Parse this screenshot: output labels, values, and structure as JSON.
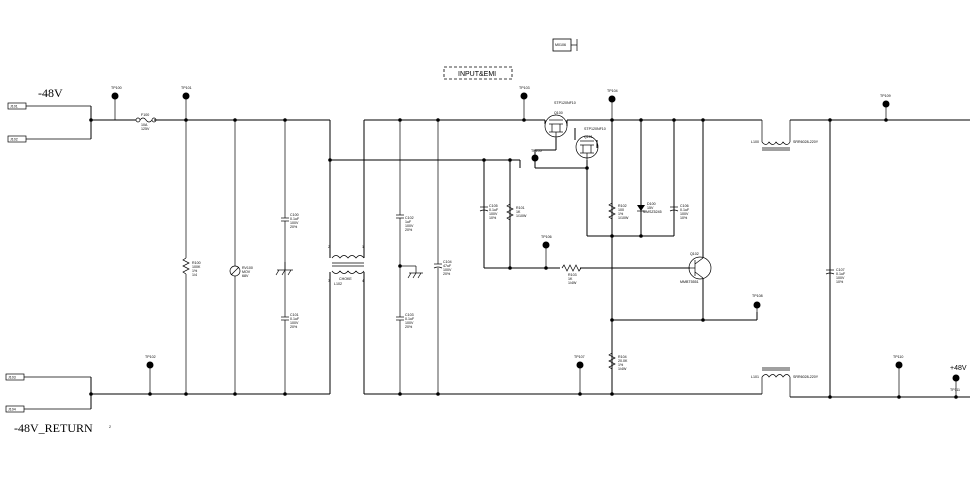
{
  "labels": {
    "neg48v": "-48V",
    "neg48v_return": "-48V_RETURN",
    "pos48v": "+48V",
    "return_pin": "2",
    "block_title": "INPUT&EMI",
    "top_box": "M0106"
  },
  "connectors": [
    "J101",
    "J102",
    "J103",
    "J104"
  ],
  "test_points": {
    "tp100": "TP100",
    "tp101": "TP101",
    "tp102": "TP102",
    "tp103": "TP103",
    "tp104": "TP104",
    "tp105": "TP105",
    "tp106": "TP106",
    "tp107": "TP107",
    "tp108": "TP108",
    "tp109": "TP109",
    "tp110": "TP110",
    "tp111": "TP111"
  },
  "components": {
    "f100": [
      "F100",
      "10A",
      "125V"
    ],
    "r100": [
      "R100",
      "100K",
      "1%",
      "1/4"
    ],
    "rv100": [
      "RV100",
      "MOV",
      "68V"
    ],
    "c100": [
      "C100",
      "0.1uF",
      "100V",
      "20%"
    ],
    "c101": [
      "C101",
      "0.1uF",
      "100V",
      "20%"
    ],
    "choke": [
      "CHOKE",
      "L102"
    ],
    "choke_pins": [
      "2",
      "1",
      "3",
      "4"
    ],
    "c102": [
      "C102",
      "1uF",
      "100V",
      "20%"
    ],
    "c103": [
      "C103",
      "0.1uF",
      "100V",
      "20%"
    ],
    "c104": [
      "C104",
      "47uF",
      "100V",
      "20%"
    ],
    "q100": [
      "STP120NF10",
      "Q100"
    ],
    "q101": [
      "STP120NF10",
      "Q101"
    ],
    "c105": [
      "C105",
      "0.1uF",
      "100V",
      "10%"
    ],
    "r101": [
      "R101",
      "1K",
      "1/10W"
    ],
    "r102": [
      "R102",
      "100",
      "1%",
      "1/10W"
    ],
    "d100": [
      "D100",
      "15V",
      "MMSZ5245"
    ],
    "c106": [
      "C106",
      "0.1uF",
      "100V",
      "10%"
    ],
    "r103": [
      "R103",
      "1K",
      "1/4W"
    ],
    "q102": [
      "Q102",
      "MMBT5551"
    ],
    "r104": [
      "R104",
      "20.0K",
      "1%",
      "1/4W"
    ],
    "l100": [
      "L100",
      "SRR6028-220Y"
    ],
    "l101": [
      "L101",
      "SRR6028-220Y"
    ],
    "c107": [
      "C107",
      "0.1uF",
      "100V",
      "10%"
    ]
  }
}
